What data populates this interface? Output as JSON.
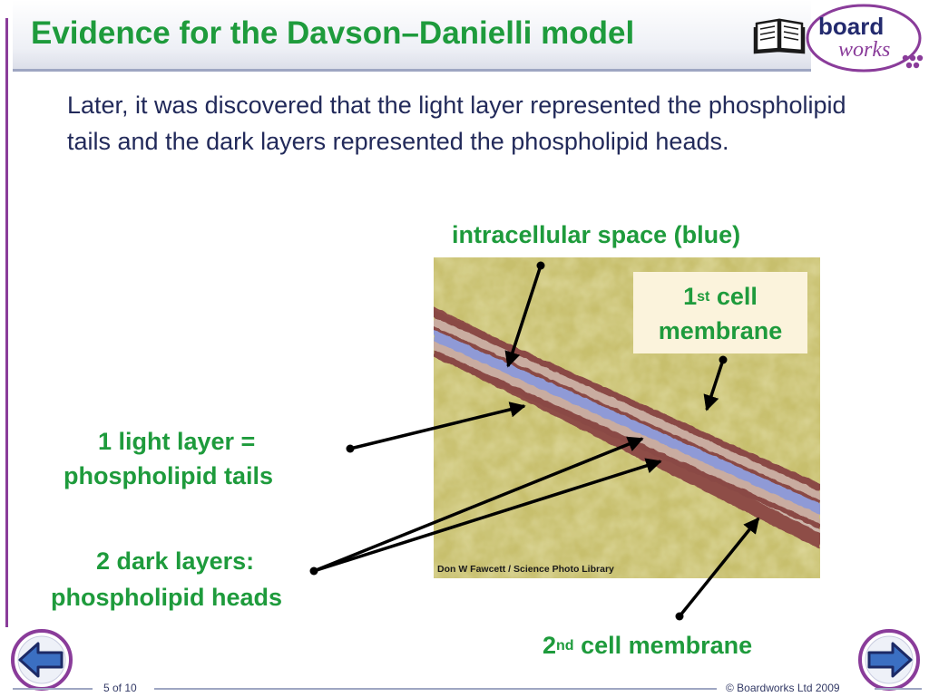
{
  "slide": {
    "title": "Evidence for the Davson–Danielli model",
    "intro": "Later, it was discovered that the light layer represented the phospholipid tails and the dark layers represented the phospholipid heads."
  },
  "logo": {
    "line1": "board",
    "line2": "works"
  },
  "labels": {
    "intracellular": "intracellular space (blue)",
    "first_membrane_num": "1",
    "first_membrane_sup": "st",
    "first_membrane_word": " cell",
    "first_membrane_line2": "membrane",
    "light_layer_line1": "1 light layer =",
    "light_layer_line2": "phospholipid tails",
    "dark_layers_line1": "2 dark layers:",
    "dark_layers_line2": "phospholipid heads",
    "second_membrane_num": "2",
    "second_membrane_sup": "nd",
    "second_membrane_rest": " cell membrane"
  },
  "image": {
    "credit": "Don W Fawcett / Science Photo Library"
  },
  "footer": {
    "page": "5 of 10",
    "copyright": "© Boardworks Ltd 2009"
  },
  "colors": {
    "title": "#1e9b3c",
    "text": "#222a5a",
    "frame": "#8a3c9a",
    "nav_fill": "#3b6fc2"
  },
  "icons": {
    "book": "book-icon",
    "back": "back-arrow-icon",
    "forward": "forward-arrow-icon"
  }
}
